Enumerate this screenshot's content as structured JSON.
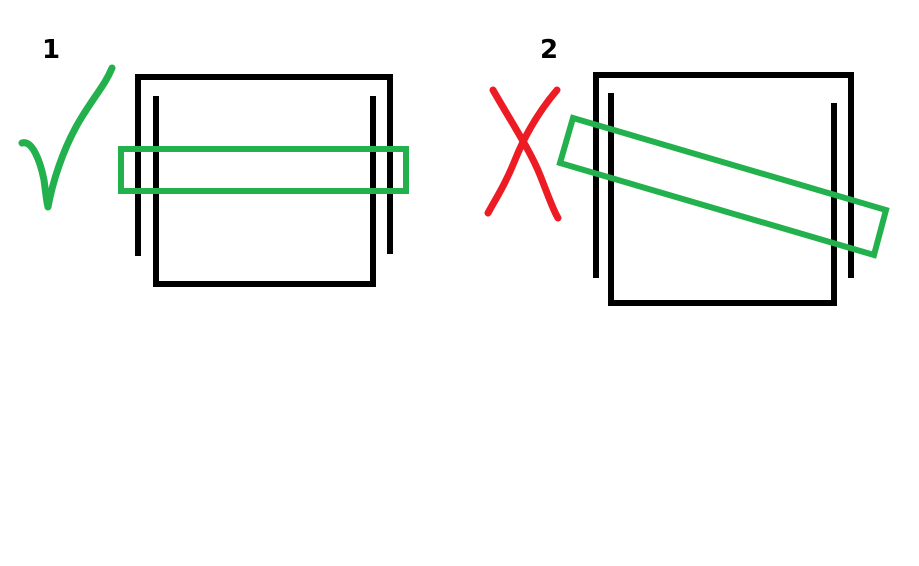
{
  "panels": [
    {
      "label": "1",
      "verdict": "correct",
      "mark": "check-icon",
      "mark_color": "#22b14c"
    },
    {
      "label": "2",
      "verdict": "incorrect",
      "mark": "cross-icon",
      "mark_color": "#ed1c24"
    }
  ],
  "colors": {
    "frame": "#000000",
    "bar": "#22b14c"
  }
}
